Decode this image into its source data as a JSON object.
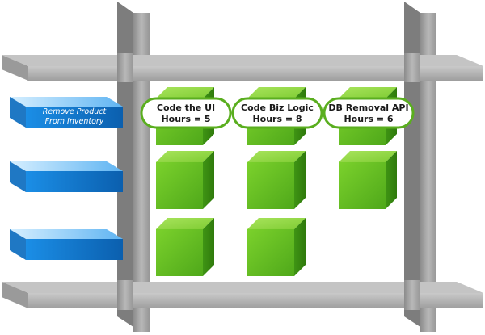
{
  "stories": [
    {
      "lines": [
        "Remove Product",
        "From Inventory"
      ]
    },
    {
      "lines": [
        "",
        ""
      ]
    },
    {
      "lines": [
        "",
        ""
      ]
    }
  ],
  "tasks": [
    {
      "lines": [
        "Code the UI",
        "Hours = 5"
      ]
    },
    {
      "lines": [
        "Code Biz Logic",
        "Hours = 8"
      ]
    },
    {
      "lines": [
        "DB Removal API",
        "Hours = 6"
      ]
    }
  ],
  "colors": {
    "frame_light": "#bdbdbd",
    "frame_mid": "#a3a3a3",
    "frame_dark": "#7a7a7a",
    "cube_top": "#8ed63a",
    "cube_front": "#5dbb1e",
    "cube_side": "#3e8f12",
    "bar_front": "#1a7fd1",
    "bar_top": "#9fd3ff",
    "bar_side": "#0d5ea3",
    "label_border": "#5aae1f"
  }
}
